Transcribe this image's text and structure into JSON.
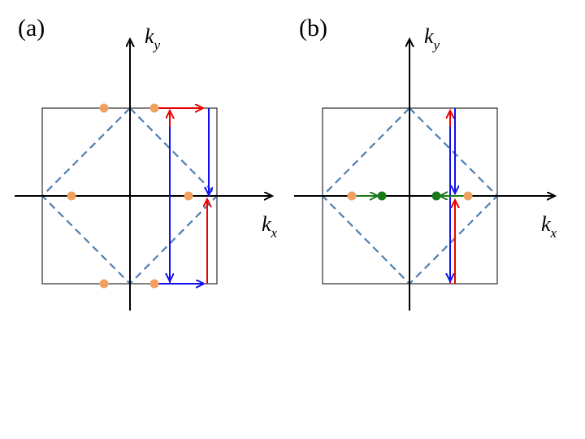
{
  "panels": [
    {
      "label": "(a)",
      "ky_k": "k",
      "ky_sub": "y",
      "kx_k": "k",
      "kx_sub": "x"
    },
    {
      "label": "(b)",
      "ky_k": "k",
      "ky_sub": "y",
      "kx_k": "k",
      "kx_sub": "x"
    }
  ],
  "colors": {
    "axis": "#000000",
    "box": "#000000",
    "diamond": "#4f7fb0",
    "orange_dot": "#f0a060",
    "green_dot": "#1a7a1a",
    "red_arrow": "#ee0000",
    "blue_arrow": "#1010ee",
    "green_arrow": "#1a7a1a"
  }
}
